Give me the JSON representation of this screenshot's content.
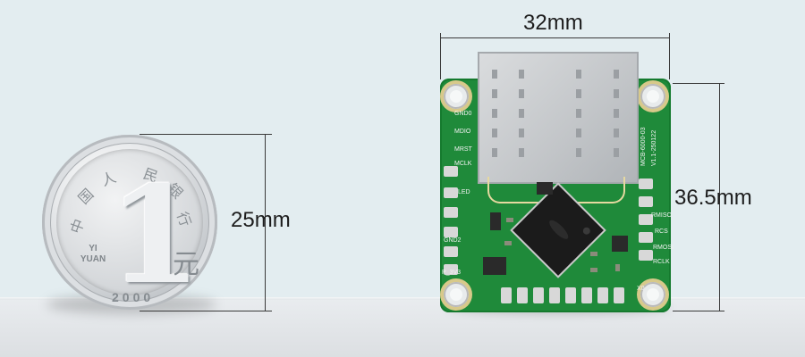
{
  "dimensions": {
    "width_label": "32mm",
    "height_label": "36.5mm",
    "coin_label": "25mm"
  },
  "coin": {
    "denomination": "1",
    "yi_yuan_latin": [
      "YI",
      "YUAN"
    ],
    "yuan_char": "元",
    "year": "2000",
    "legend_chars": [
      "中",
      "国",
      "人",
      "民",
      "银",
      "行"
    ]
  },
  "pcb": {
    "model": "MCB-6000-03",
    "version": "V1.1-250122",
    "labels_left": [
      "GND0",
      "MDIO",
      "MRST",
      "MCLK",
      "LED",
      "GND2",
      "P_3V3"
    ],
    "labels_right": [
      "RMISO",
      "RCS",
      "RMOSI",
      "RCLK"
    ],
    "bottom_mark": "X0",
    "colors": {
      "board": "#1f8a3a",
      "shield": "#c8cbce",
      "pads": "#d8d8d8"
    }
  }
}
